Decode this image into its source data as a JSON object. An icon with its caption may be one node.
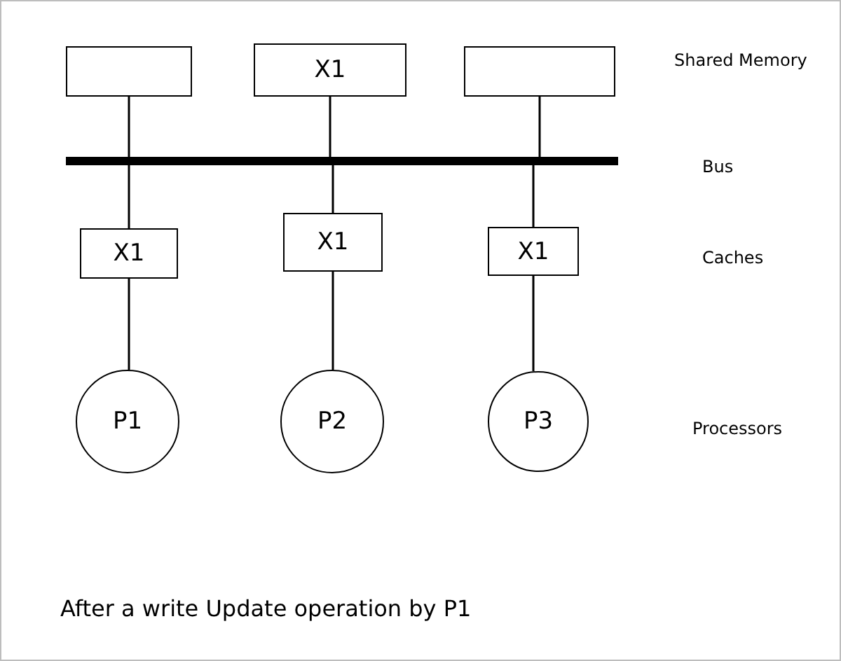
{
  "diagram": {
    "caption": "After a write Update operation by P1",
    "nodes": [
      {
        "text": [],
        "shape": "box"
      },
      {
        "text": [
          "X1"
        ]
      },
      {
        "text": [],
        "shape": "box"
      },
      {
        "text": [],
        "shape": "bar"
      },
      {
        "text": [
          "X1"
        ]
      },
      {
        "text": [
          "X1"
        ]
      },
      {
        "text": [
          "X1"
        ]
      },
      {
        "text": [
          "P1"
        ]
      },
      {
        "text": [
          "P2"
        ]
      },
      {
        "text": [
          "P3"
        ]
      }
    ],
    "edges": [
      {
        "from": 0,
        "to": 3,
        "arrow": "none"
      },
      {
        "from": 1,
        "to": 3,
        "arrow": "none"
      },
      {
        "from": 2,
        "to": 3,
        "arrow": "none"
      },
      {
        "from": 3,
        "to": 4,
        "arrow": "none"
      },
      {
        "from": 3,
        "to": 5,
        "arrow": "none"
      },
      {
        "from": 3,
        "to": 6,
        "arrow": "none"
      },
      {
        "from": 4,
        "to": 7,
        "arrow": "none"
      },
      {
        "from": 5,
        "to": 8,
        "arrow": "none"
      },
      {
        "from": 6,
        "to": 9,
        "arrow": "none"
      }
    ],
    "labels": [
      "Shared Memory",
      "Bus",
      "Caches",
      "Processors"
    ]
  }
}
